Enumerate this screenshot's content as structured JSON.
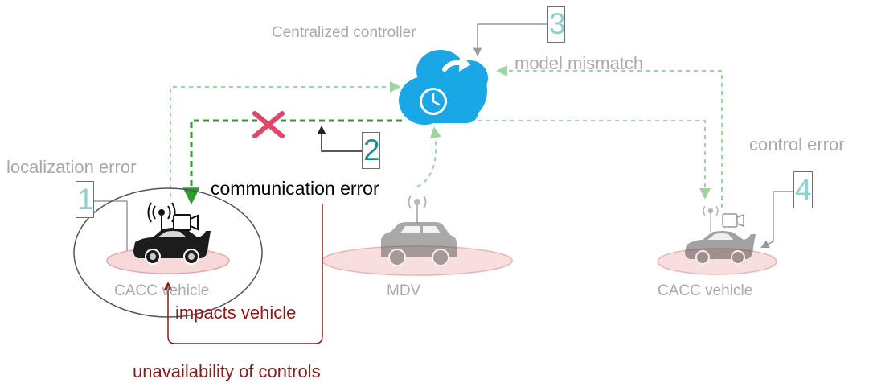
{
  "title": "Centralized controller",
  "colors": {
    "cloud": "#1aa7e6",
    "comm_line": "#2e9b2e",
    "faded_line": "#9ed49e",
    "cross": "#e0466a",
    "dark_red": "#8b1a1a",
    "ellipse_fill": "#f7d9d9",
    "ellipse_stroke": "#e3aaaa",
    "gray_text": "#a9a9a9",
    "teal_number": "#1c8c8c",
    "light_teal_number": "#8fd0d0"
  },
  "labels": {
    "model_mismatch": "model mismatch",
    "localization_error": "localization error",
    "communication_error": "communication error",
    "control_error": "control error",
    "impacts_vehicle": "impacts vehicle",
    "unavailability": "unavailability of controls"
  },
  "numbers": {
    "n1": "1",
    "n2": "2",
    "n3": "3",
    "n4": "4"
  },
  "vehicles": [
    {
      "label": "CACC vehicle",
      "icon": "sports-car-icon"
    },
    {
      "label": "MDV",
      "icon": "suv-icon"
    },
    {
      "label": "CACC vehicle",
      "icon": "sports-car-icon"
    }
  ],
  "icons": [
    "cloud-clock-icon",
    "antenna-icon",
    "camera-icon",
    "cross-icon"
  ]
}
